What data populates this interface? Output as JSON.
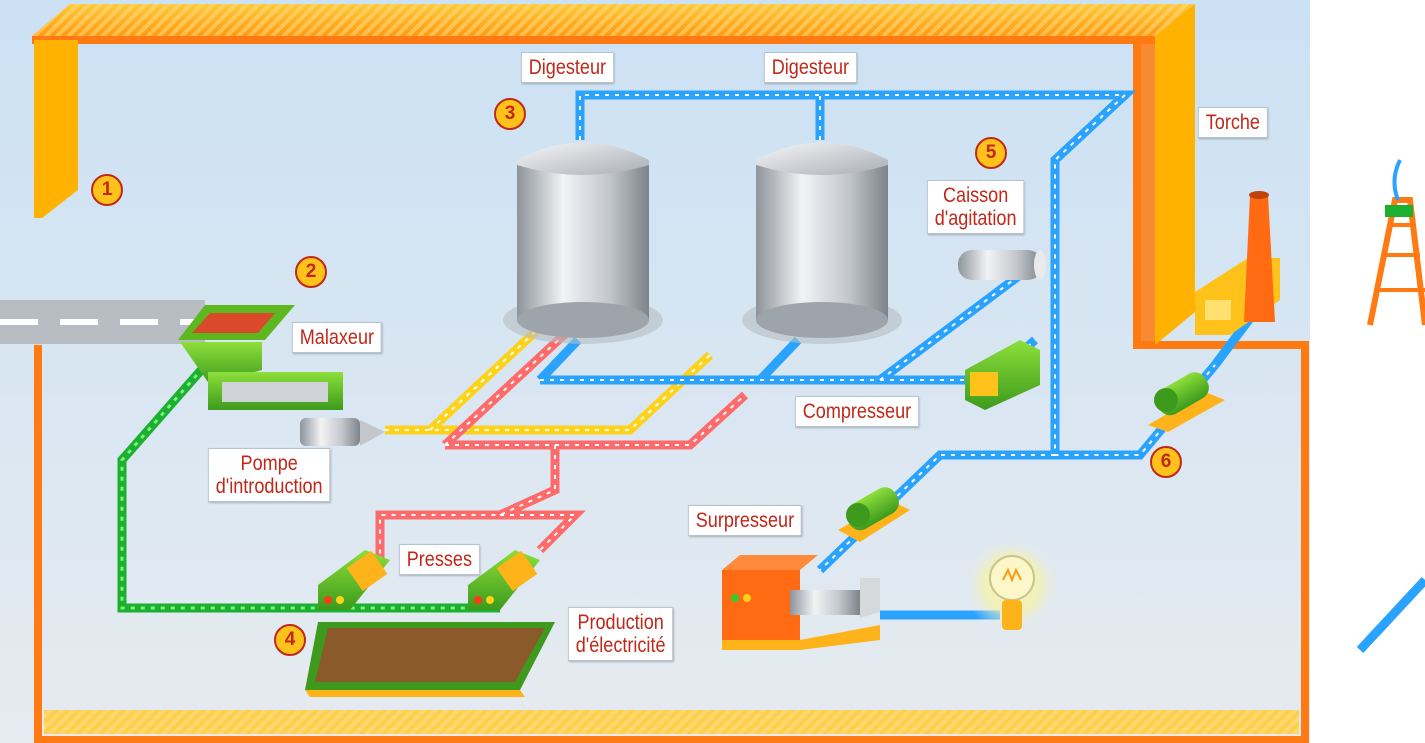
{
  "labels": {
    "digesteur_1": "Digesteur",
    "digesteur_2": "Digesteur",
    "torche": "Torche",
    "caisson_line1": "Caisson",
    "caisson_line2": "d'agitation",
    "malaxeur": "Malaxeur",
    "compresseur": "Compresseur",
    "pompe_line1": "Pompe",
    "pompe_line2": "d'introduction",
    "surpresseur": "Surpresseur",
    "presses": "Presses",
    "production_line1": "Production",
    "production_line2": "d'électricité"
  },
  "markers": [
    "1",
    "2",
    "3",
    "4",
    "5",
    "6"
  ],
  "colors": {
    "background": "#dde6ef",
    "building_frame": "#ff7a12",
    "roof": "#ffb300",
    "label_text": "#c0281a",
    "biogas_pipe": "#2aa3ff",
    "feed_pipe": "#ffd21a",
    "return_pipe": "#ff6a6a",
    "green_pipe": "#1bb02f",
    "machines": "#6fc12a",
    "tanks": "#c7cbd0"
  }
}
